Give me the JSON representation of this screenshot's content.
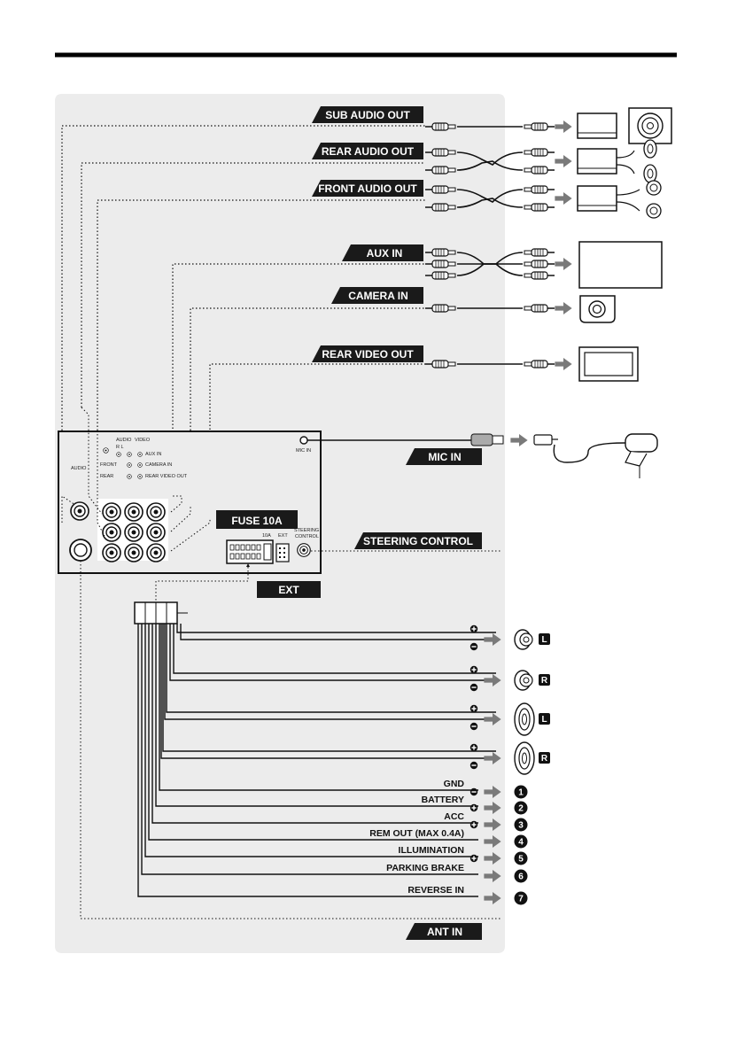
{
  "labels": {
    "sub_audio_out": "SUB AUDIO OUT",
    "rear_audio_out": "REAR AUDIO OUT",
    "front_audio_out": "FRONT AUDIO OUT",
    "aux_in": "AUX IN",
    "camera_in": "CAMERA IN",
    "rear_video_out": "REAR VIDEO OUT",
    "mic_in": "MIC IN",
    "fuse": "FUSE 10A",
    "steering_control": "STEERING CONTROL",
    "ext": "EXT",
    "ant_in": "ANT IN"
  },
  "panel_text": {
    "audio": "AUDIO",
    "audio_rl": "R    L",
    "video": "VIDEO",
    "aux_in": "AUX IN",
    "front": "FRONT",
    "camera_in": "CAMERA IN",
    "rear": "REAR",
    "rear_video_out": "REAR VIDEO OUT",
    "audio_side": "AUDIO",
    "mic_in": "MIC IN",
    "fuse_10a": "10A",
    "ext": "EXT",
    "steering": "STEERING",
    "control": "CONTROL"
  },
  "speakers": [
    {
      "side": "L"
    },
    {
      "side": "R"
    },
    {
      "side": "L"
    },
    {
      "side": "R"
    }
  ],
  "power_wires": [
    {
      "label": "GND",
      "polarity": "−",
      "number": "1"
    },
    {
      "label": "BATTERY",
      "polarity": "+",
      "number": "2"
    },
    {
      "label": "ACC",
      "polarity": "+",
      "number": "3"
    },
    {
      "label": "REM OUT (MAX 0.4A)",
      "polarity": "",
      "number": "4"
    },
    {
      "label": "ILLUMINATION",
      "polarity": "+",
      "number": "5"
    },
    {
      "label": "PARKING BRAKE",
      "polarity": "",
      "number": "6"
    },
    {
      "label": "REVERSE IN",
      "polarity": "",
      "number": "7"
    }
  ],
  "colors": {
    "panel_bg": "#ececec",
    "tag_bg": "#1a1a1a",
    "arrow": "#7a7a7a",
    "line": "#111111"
  },
  "icons": {
    "rca_plug": "rca-plug-icon",
    "arrow": "right-arrow-icon",
    "amplifier": "amplifier-icon",
    "subwoofer": "subwoofer-icon",
    "monitor": "monitor-icon",
    "camera": "camera-icon",
    "microphone": "microphone-icon",
    "speaker": "speaker-icon"
  }
}
